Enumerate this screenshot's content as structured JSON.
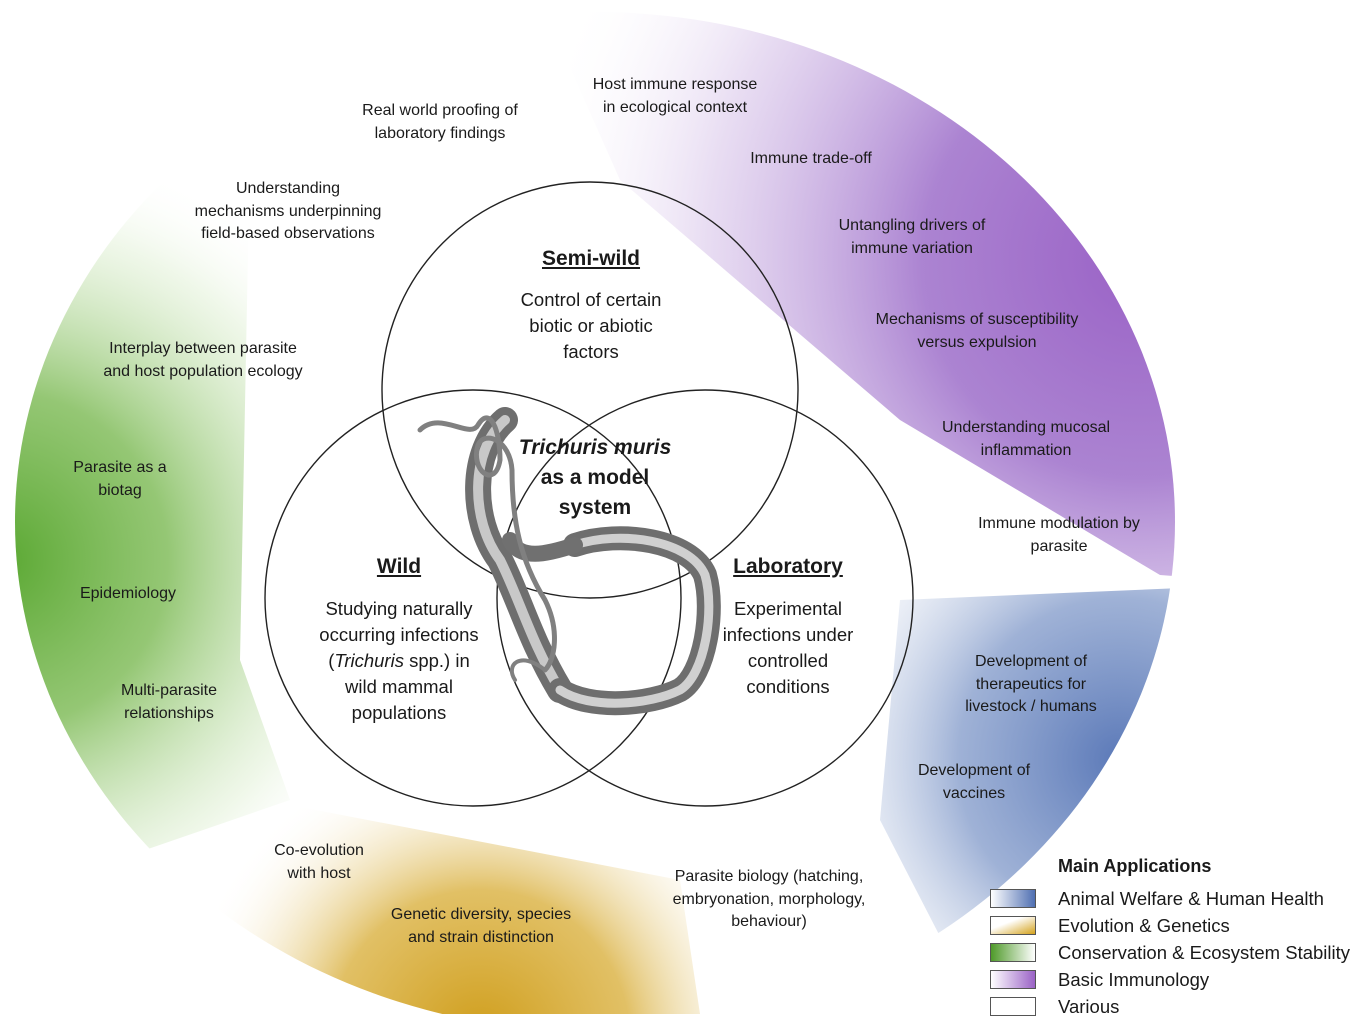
{
  "circles": {
    "semi_wild": {
      "heading": "Semi-wild",
      "desc_lines": [
        "Control of certain",
        "biotic or abiotic",
        "factors"
      ]
    },
    "wild": {
      "heading": "Wild",
      "desc_line1": "Studying naturally",
      "desc_line2": "occurring infections",
      "desc_line3_italic": "Trichuris",
      "desc_line3_rest": " spp.) in",
      "desc_line3_open": "(",
      "desc_line4": "wild mammal",
      "desc_line5": "populations"
    },
    "laboratory": {
      "heading": "Laboratory",
      "desc_lines": [
        "Experimental",
        "infections under",
        "controlled",
        "conditions"
      ]
    }
  },
  "center": {
    "italic_line": "Trichuris muris",
    "line2": "as a model",
    "line3": "system"
  },
  "labels": {
    "real_world": [
      "Real world proofing of",
      "laboratory findings"
    ],
    "host_immune": [
      "Host immune response",
      "in ecological context"
    ],
    "immune_tradeoff": [
      "Immune trade-off"
    ],
    "untangling": [
      "Untangling drivers of",
      "immune variation"
    ],
    "mechanisms_susc": [
      "Mechanisms of susceptibility",
      "versus expulsion"
    ],
    "mucosal": [
      "Understanding mucosal",
      "inflammation"
    ],
    "modulation": [
      "Immune modulation by",
      "parasite"
    ],
    "understanding_mech": [
      "Understanding",
      "mechanisms underpinning",
      "field-based observations"
    ],
    "interplay": [
      "Interplay between parasite",
      "and host population ecology"
    ],
    "biotag": [
      "Parasite as a",
      "biotag"
    ],
    "epidemiology": [
      "Epidemiology"
    ],
    "multi_parasite": [
      "Multi-parasite",
      "relationships"
    ],
    "therapeutics": [
      "Development of",
      "therapeutics for",
      "livestock / humans"
    ],
    "vaccines": [
      "Development of",
      "vaccines"
    ],
    "coevolution": [
      "Co-evolution",
      "with host"
    ],
    "genetic_diversity": [
      "Genetic diversity, species",
      "and strain distinction"
    ],
    "parasite_biology": [
      "Parasite biology (hatching,",
      "embryonation, morphology,",
      "behaviour)"
    ]
  },
  "legend": {
    "title": "Main Applications",
    "items": [
      {
        "label": "Animal Welfare & Human Health",
        "color": "#5b79b8"
      },
      {
        "label": "Evolution & Genetics",
        "color": "#d4a21c"
      },
      {
        "label": "Conservation & Ecosystem Stability",
        "color": "#5aa832"
      },
      {
        "label": "Basic Immunology",
        "color": "#9a62c6"
      },
      {
        "label": "Various",
        "color": "#ffffff"
      }
    ]
  },
  "colors": {
    "immunology": "#9a62c6",
    "conservation": "#5aa832",
    "evolution": "#d4a21c",
    "health": "#5b79b8"
  }
}
